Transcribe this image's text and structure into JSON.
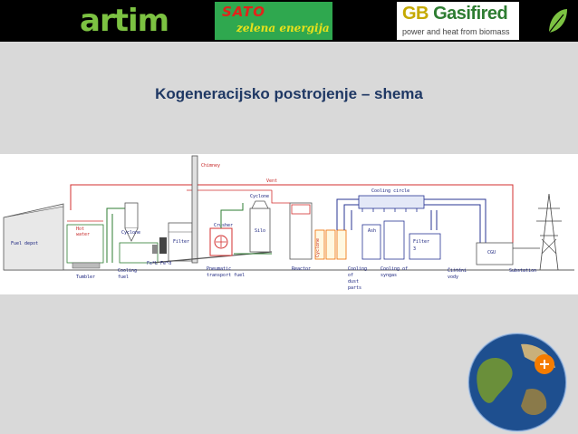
{
  "logos": {
    "artim": "artim",
    "sato_name": "SATO",
    "sato_sub": "zelena energija",
    "gb_name_g": "GB",
    "gb_name_rest": "Gasifired",
    "gb_tagline": "power and heat from biomass"
  },
  "title": "Kogeneracijsko postrojenje – shema",
  "diagram": {
    "labels": {
      "fuel_depot": "Fuel depot",
      "hot_water_1": "Hot",
      "hot_water_2": "water",
      "tumbler": "Tumbler",
      "cyclone_1": "Cyclone",
      "cooling_fuel_1": "Cooling",
      "cooling_fuel_2": "fuel",
      "filter_1": "Filter",
      "feed_feed": "Fe*L  Fe*d",
      "chimney": "Chimney",
      "vent": "Vent",
      "cyclone_2": "Cyclone",
      "crusher": "Crusher",
      "silo": "Silo",
      "pneumatic_1": "Pneumatic",
      "pneumatic_2": "transport fuel",
      "reactor": "Reactor",
      "cooling_circle": "Cooling circle",
      "ash": "Ash",
      "cooling_dust_1": "Cooling",
      "cooling_dust_2": "of",
      "cooling_dust_3": "dust",
      "cooling_dust_4": "parts",
      "cooling_syngas_1": "Cooling of",
      "cooling_syngas_2": "syngas",
      "filter_3_1": "Filter",
      "filter_3_2": "3",
      "cleaning_1": "Čištění",
      "cleaning_2": "vody",
      "cgu": "CGU",
      "substation": "Substation",
      "cyclone_vert": "Cyclone"
    }
  },
  "colors": {
    "topbar": "#000000",
    "background": "#d9d9d9",
    "title": "#1f3864",
    "artim_green": "#7cc242",
    "sato_green": "#2fa84f",
    "pipe_green": "#2e7d32",
    "pipe_red": "#d32f2f",
    "pipe_blue": "#283593"
  }
}
